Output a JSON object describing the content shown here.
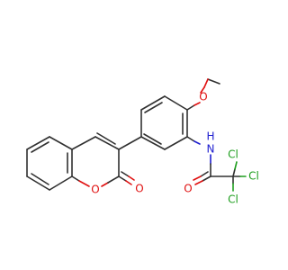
{
  "molecule": {
    "atom_labels": {
      "ether_oxygen": "O",
      "amide_nitrogen": "N",
      "amide_hydrogen": "H",
      "amide_oxygen": "O",
      "ring_oxygen": "O",
      "lactone_oxygen": "O",
      "chlorine_top_left": "Cl",
      "chlorine_top_right": "Cl",
      "chlorine_bottom": "Cl"
    },
    "colors": {
      "bond": "#303030",
      "oxygen": "#e01010",
      "nitrogen": "#2020d0",
      "chlorine": "#1e9e1e"
    }
  }
}
